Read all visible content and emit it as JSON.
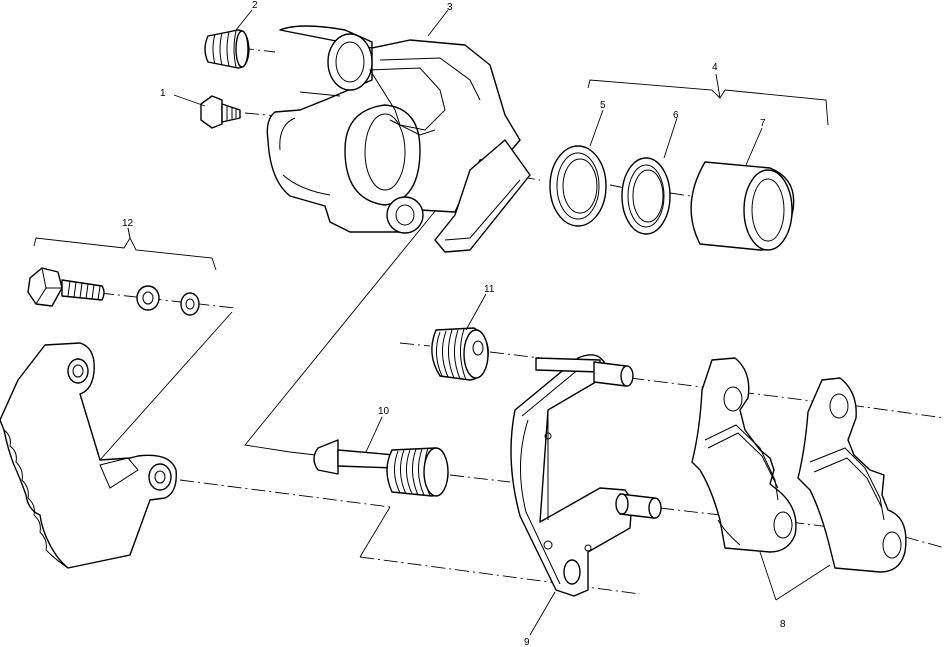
{
  "diagram": {
    "callouts": [
      {
        "key": "c1",
        "label": "1"
      },
      {
        "key": "c2",
        "label": "2"
      },
      {
        "key": "c3",
        "label": "3"
      },
      {
        "key": "c4",
        "label": "4"
      },
      {
        "key": "c5",
        "label": "5"
      },
      {
        "key": "c6",
        "label": "6"
      },
      {
        "key": "c7",
        "label": "7"
      },
      {
        "key": "c8",
        "label": "8"
      },
      {
        "key": "c9",
        "label": "9"
      },
      {
        "key": "c10",
        "label": "10"
      },
      {
        "key": "c11",
        "label": "11"
      },
      {
        "key": "c12",
        "label": "12"
      }
    ]
  }
}
